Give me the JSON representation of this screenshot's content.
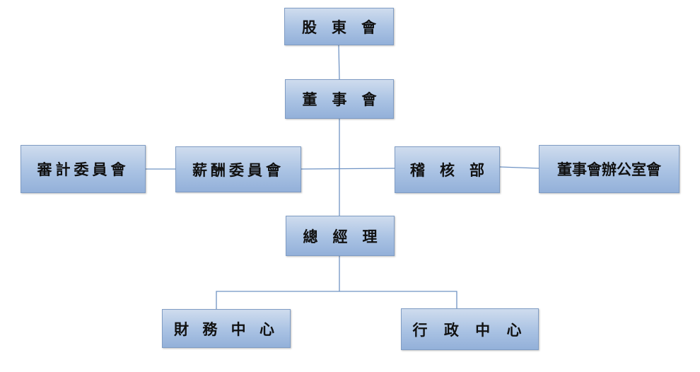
{
  "org_chart": {
    "shareholders_meeting": "股　東　會",
    "board_of_directors": "董　事　會",
    "audit_committee": "審計委員會",
    "remuneration_committee": "薪酬委員會",
    "internal_audit": "稽　核　部",
    "board_secretariat": "董事會辦公室會",
    "general_manager": "總　經　理",
    "finance_center": "財 務 中 心",
    "admin_center": "行 政 中 心"
  }
}
